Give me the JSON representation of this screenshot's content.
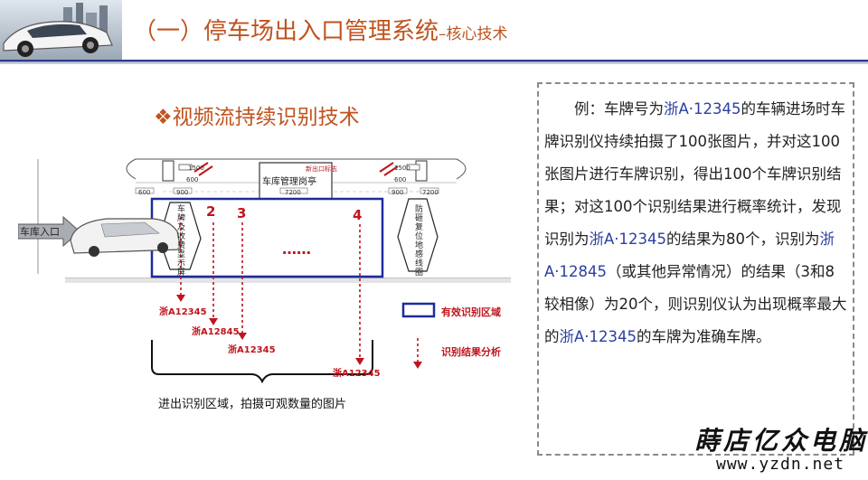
{
  "header": {
    "title_main": "（一）停车场出入口管理系统",
    "title_sub": "–核心技术"
  },
  "section_title": "❖视频流持续识别技术",
  "diagram": {
    "entrance_label": "车库入口",
    "booth_label": "车库管理岗亭",
    "booth_tag": "新出口标志",
    "left_device_label": "车牌及收费显示屏",
    "right_device_label": "防砸复位地感线圈",
    "frame_numbers": [
      "2",
      "3",
      "4"
    ],
    "dots": "……",
    "plates": [
      "浙A12345",
      "浙A12845",
      "浙A12345",
      "浙A12345"
    ],
    "legend_zone": "有效识别区域",
    "legend_arrow": "识别结果分析",
    "caption": "进出识别区域，拍摄可观数量的图片",
    "dims": [
      "600",
      "900",
      "7200",
      "900",
      "7200",
      "600",
      "1500",
      "1500",
      "600"
    ]
  },
  "example": {
    "p1": "例：车牌号为",
    "plate1": "浙A·12345",
    "p2": "的车辆进场时车牌识别仪持续拍摄了100张图片，并对这100张图片进行车牌识别，得出100个车牌识别结果；对这100个识别结果进行概率统计，发现识别为",
    "plate2": "浙A·12345",
    "p3": "的结果为80个，识别为",
    "plate3": "浙A·12845",
    "p4": "（或其他异常情况）的结果（3和8较相像）为20个，则识别仪认为出现概率最大的",
    "plate4": "浙A·12345",
    "p5": "的车牌为准确车牌。"
  },
  "watermark": {
    "cn": "蒔店亿众电脑",
    "url": "www.yzdn.net"
  },
  "colors": {
    "title": "#c0531f",
    "red": "#c0141c",
    "blue": "#1f2a9e",
    "plate_highlight": "#2b3fa0"
  }
}
